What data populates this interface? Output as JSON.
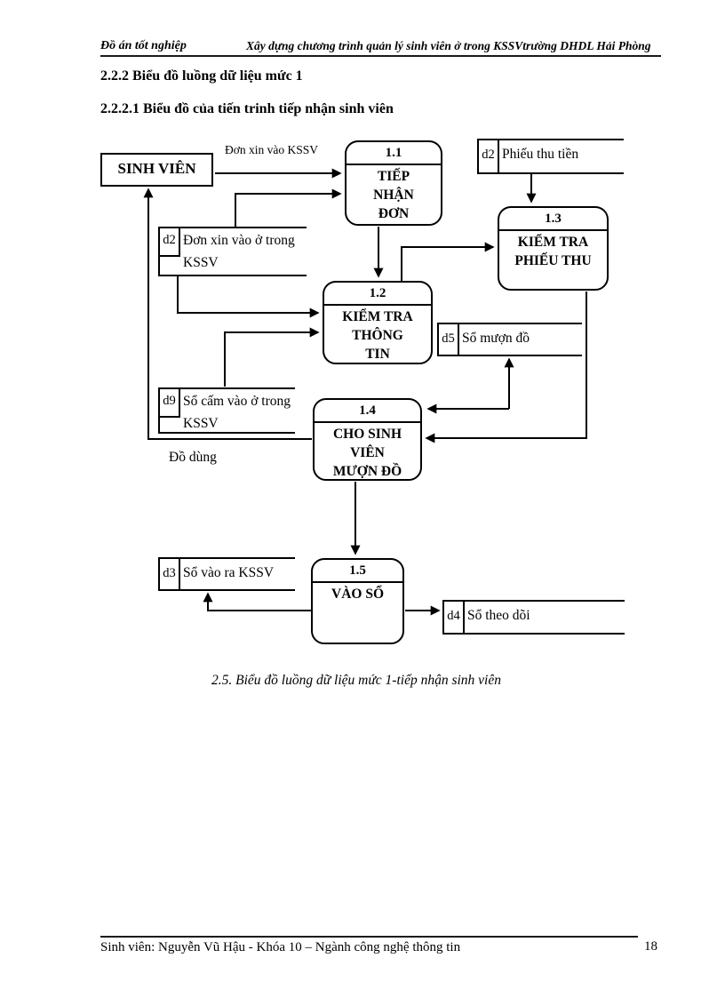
{
  "header": {
    "left": "Đồ án tốt nghiệp",
    "right": "Xây dựng chương trình quản lý sinh viên ở trong KSSVtrường DHDL Hải Phòng"
  },
  "headings": {
    "section": "2.2.2 Biểu đồ luồng dữ liệu mức 1",
    "subsection": "2.2.2.1 Biểu đồ của tiến trinh tiếp nhận sinh viên"
  },
  "diagram": {
    "entity": {
      "label": "SINH VIÊN"
    },
    "flow_labels": {
      "don_xin": "Đơn xin vào KSSV",
      "do_dung": "Đồ dùng"
    },
    "processes": {
      "p11": {
        "id": "1.1",
        "name": "TIẾP\nNHẬN\nĐƠN"
      },
      "p12": {
        "id": "1.2",
        "name": "KIỂM TRA\nTHÔNG\nTIN"
      },
      "p13": {
        "id": "1.3",
        "name": "KIỂM TRA\nPHIẾU THU"
      },
      "p14": {
        "id": "1.4",
        "name": "CHO SINH\nVIÊN\nMƯỢN ĐỒ"
      },
      "p15": {
        "id": "1.5",
        "name": "VÀO SỔ"
      }
    },
    "stores": {
      "phieu_thu": {
        "id": "d2",
        "name": "Phiếu thu tiền"
      },
      "don_xin": {
        "id": "d2",
        "name": "Đơn xin vào ở trong\nKSSV"
      },
      "so_muon": {
        "id": "d5",
        "name": "Sổ mượn đồ"
      },
      "so_cam": {
        "id": "d9",
        "name": "Sổ cấm vào ở trong\nKSSV"
      },
      "so_vao_ra": {
        "id": "d3",
        "name": "Sổ vào ra KSSV"
      },
      "so_theo_doi": {
        "id": "d4",
        "name": "Sổ theo dõi"
      }
    }
  },
  "caption": "2.5. Biểu đồ luồng dữ liệu mức 1-tiếp nhận sinh viên",
  "footer": {
    "text": "Sinh viên: Nguyễn Vũ Hậu - Khóa 10 – Ngành công nghệ thông tin",
    "page_number": "18"
  }
}
